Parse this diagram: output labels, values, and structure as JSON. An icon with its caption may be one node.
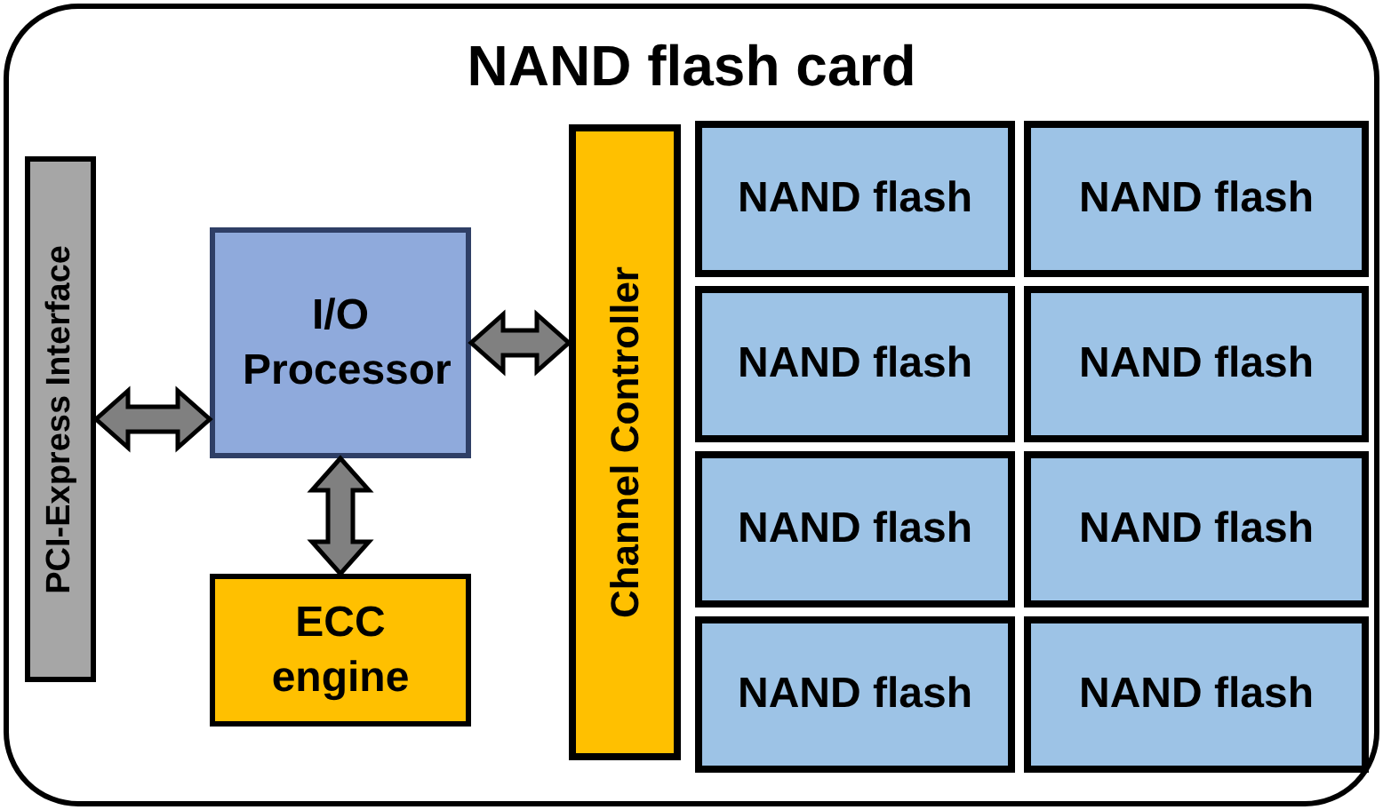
{
  "diagram": {
    "nodes": [
      {
        "text": [
          "NAND flash card"
        ]
      },
      {
        "text": [
          "PCI-Express Interface"
        ],
        "in": 0
      },
      {
        "text": [
          "I/O Processor"
        ],
        "in": 0
      },
      {
        "text": [
          "ECC engine"
        ],
        "in": 0
      },
      {
        "text": [
          "Channel Controller"
        ],
        "in": 0
      },
      {
        "text": [
          "NAND flash"
        ],
        "in": 0
      },
      {
        "text": [
          "NAND flash"
        ],
        "in": 0
      },
      {
        "text": [
          "NAND flash"
        ],
        "in": 0
      },
      {
        "text": [
          "NAND flash"
        ],
        "in": 0
      },
      {
        "text": [
          "NAND flash"
        ],
        "in": 0
      },
      {
        "text": [
          "NAND flash"
        ],
        "in": 0
      },
      {
        "text": [
          "NAND flash"
        ],
        "in": 0
      },
      {
        "text": [
          "NAND flash"
        ],
        "in": 0
      }
    ],
    "edges": [
      {
        "from": 1,
        "to": 2,
        "arrow": "both"
      },
      {
        "from": 2,
        "to": 4,
        "arrow": "both"
      },
      {
        "from": 2,
        "to": 3,
        "arrow": "both"
      }
    ]
  }
}
